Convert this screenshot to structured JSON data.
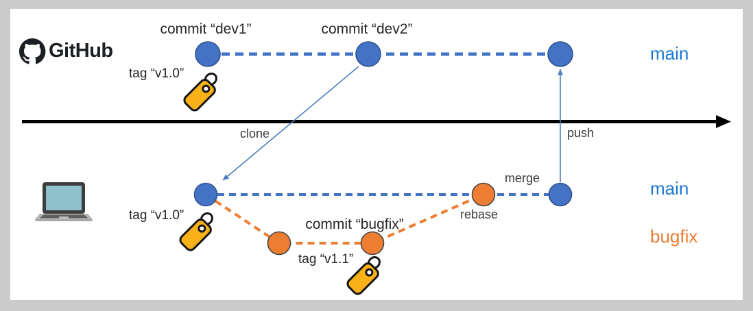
{
  "colors": {
    "ink": "#262626",
    "node-blue": "#4472c4",
    "node-blue-border": "#2f528f",
    "node-orange": "#ed7d31",
    "node-orange-border": "#464646",
    "edge-blue": "#4472c4",
    "edge-orange": "#ed7d31",
    "arrow-blue": "#4a7ebb",
    "main-label": "#1b78d2",
    "bugfix-label": "#ed7d31",
    "tag-gold": "#f8b117",
    "frame-gray": "#cbcbcb",
    "logo-ink": "#1b1f23"
  },
  "remote": {
    "logo_text": "GitHub",
    "commits": [
      {
        "label": "commit “dev1”"
      },
      {
        "label": "commit “dev2”"
      }
    ],
    "tag_label": "tag “v1.0”",
    "branch_label": "main"
  },
  "actions": {
    "clone": "clone",
    "push": "push",
    "merge": "merge",
    "rebase": "rebase"
  },
  "local": {
    "tag_v10_label": "tag “v1.0”",
    "commit_bugfix_label": "commit “bugfix”",
    "tag_v11_label": "tag “v1.1”",
    "branch_main_label": "main",
    "branch_bugfix_label": "bugfix"
  }
}
